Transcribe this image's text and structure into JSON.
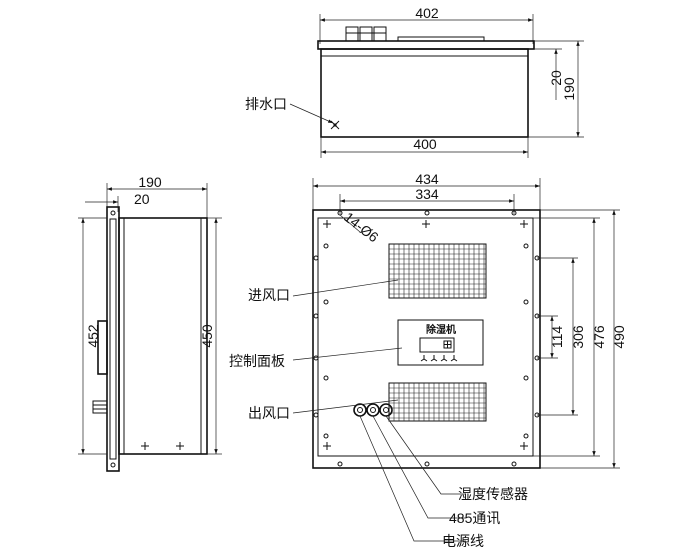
{
  "top_view": {
    "dims": {
      "width_top": "402",
      "width_bottom": "400",
      "depth_small": "20",
      "depth_total": "190"
    },
    "labels": {
      "drain": "排水口"
    }
  },
  "side_view": {
    "dims": {
      "depth_total": "190",
      "flange": "20",
      "height_outer": "452",
      "height_inner": "450"
    }
  },
  "front_view": {
    "dims": {
      "width_total": "434",
      "width_holes": "334",
      "holes_spec": "14-Ø6",
      "h_114": "114",
      "h_306": "306",
      "h_476": "476",
      "h_490": "490"
    },
    "labels": {
      "air_inlet": "进风口",
      "control_panel": "控制面板",
      "air_outlet": "出风口",
      "humidity_sensor": "湿度传感器",
      "comm_485": "485通讯",
      "power_line": "电源线",
      "panel_title": "除湿机"
    }
  }
}
